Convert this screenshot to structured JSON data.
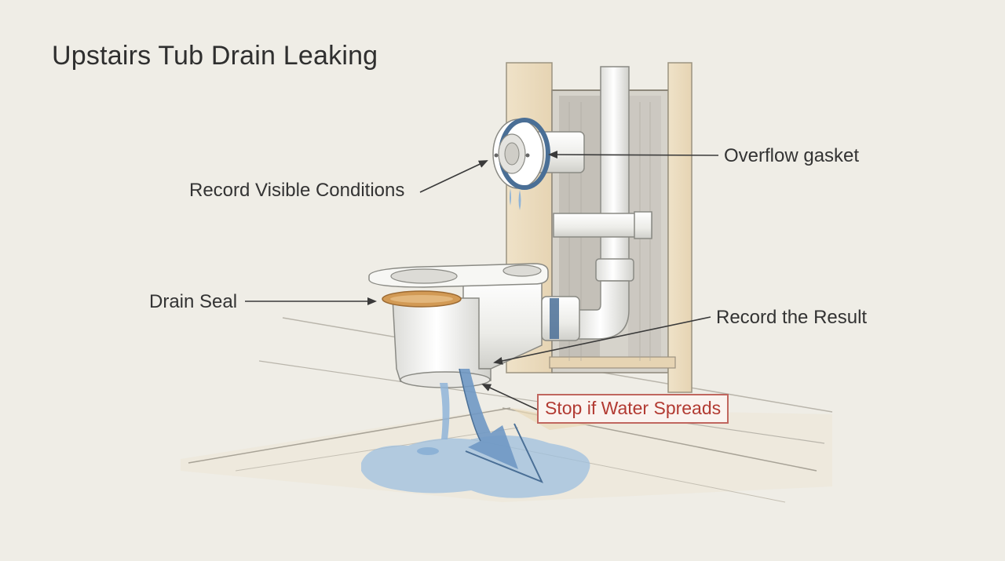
{
  "diagram": {
    "title": "Upstairs Tub Drain Leaking",
    "callouts": {
      "overflow_gasket": "Overflow gasket",
      "record_visible": "Record Visible Conditions",
      "drain_seal": "Drain Seal",
      "record_result": "Record the Result",
      "stop_water": "Stop if Water Spreads"
    },
    "colors": {
      "background": "#efede6",
      "gasket_blue": "#4a6f96",
      "seal_orange": "#d29a55",
      "water_blue": "#8fb4d8",
      "warning_red": "#b23a32"
    }
  }
}
